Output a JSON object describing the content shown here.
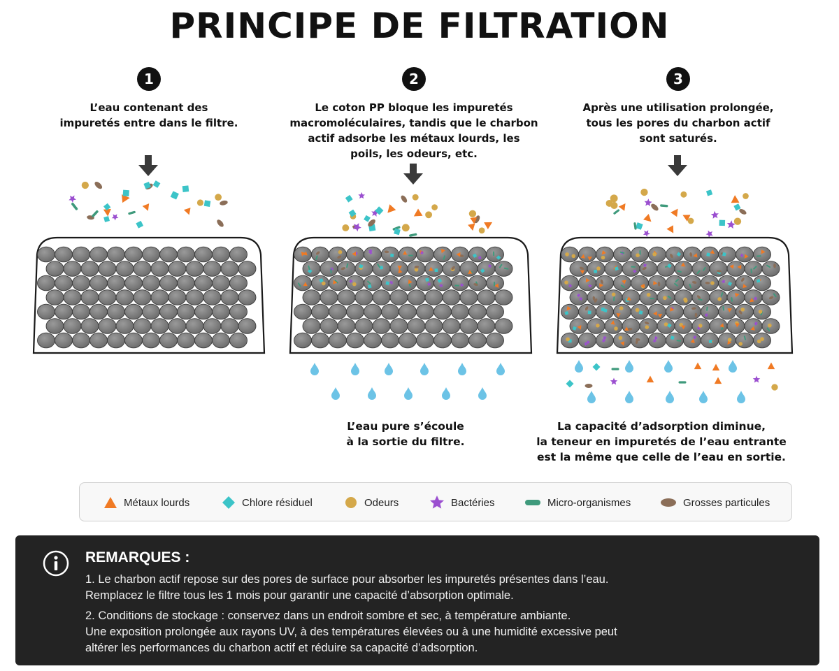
{
  "title": "PRINCIPE DE FILTRATION",
  "steps": [
    {
      "number": "1",
      "lines": [
        "L’eau contenant des",
        "impuretés entre dans le filtre."
      ]
    },
    {
      "number": "2",
      "lines": [
        "Le coton PP bloque les impuretés",
        "macromoléculaires, tandis que le charbon",
        "actif adsorbe les métaux lourds, les",
        "poils, les odeurs, etc."
      ]
    },
    {
      "number": "3",
      "lines": [
        "Après une utilisation prolongée,",
        "tous les pores du charbon actif",
        "sont saturés."
      ]
    }
  ],
  "outputs": {
    "step2": [
      "L’eau pure s’écoule",
      "à la sortie du filtre."
    ],
    "step3": [
      "La capacité d’adsorption diminue,",
      "la teneur en impuretés de l’eau entrante",
      "est la même que celle de l’eau en sortie."
    ]
  },
  "legend": [
    {
      "shape": "triangle",
      "label": "Métaux lourds",
      "color": "#f07a24"
    },
    {
      "shape": "diamond",
      "label": "Chlore résiduel",
      "color": "#3cc4c8"
    },
    {
      "shape": "circle",
      "label": "Odeurs",
      "color": "#d4a84a"
    },
    {
      "shape": "star",
      "label": "Bactéries",
      "color": "#9b4fd0"
    },
    {
      "shape": "bar",
      "label": "Micro-organismes",
      "color": "#3f9a7c"
    },
    {
      "shape": "ellipse",
      "label": "Grosses particules",
      "color": "#8b6e58"
    }
  ],
  "colors": {
    "water_drop": "#6cc3e6",
    "carbon_granule": "#7b7b7b",
    "notes_background": "#232323"
  },
  "icons": {
    "notes": "info-circle-icon",
    "flow": "down-arrow-icon",
    "output": "water-drop-icon"
  },
  "notes": {
    "title": "REMARQUES :",
    "items": [
      [
        "1.  Le charbon actif repose sur des pores de surface pour absorber les impuretés présentes dans l’eau.",
        "Remplacez le filtre tous les 1 mois pour garantir une capacité d’absorption optimale."
      ],
      [
        "2. Conditions de stockage : conservez dans un endroit sombre et sec, à température ambiante.",
        "Une exposition prolongée aux rayons UV, à des températures élevées ou à une humidité excessive peut",
        "altérer les performances du charbon actif et réduire sa capacité d’adsorption."
      ]
    ]
  }
}
